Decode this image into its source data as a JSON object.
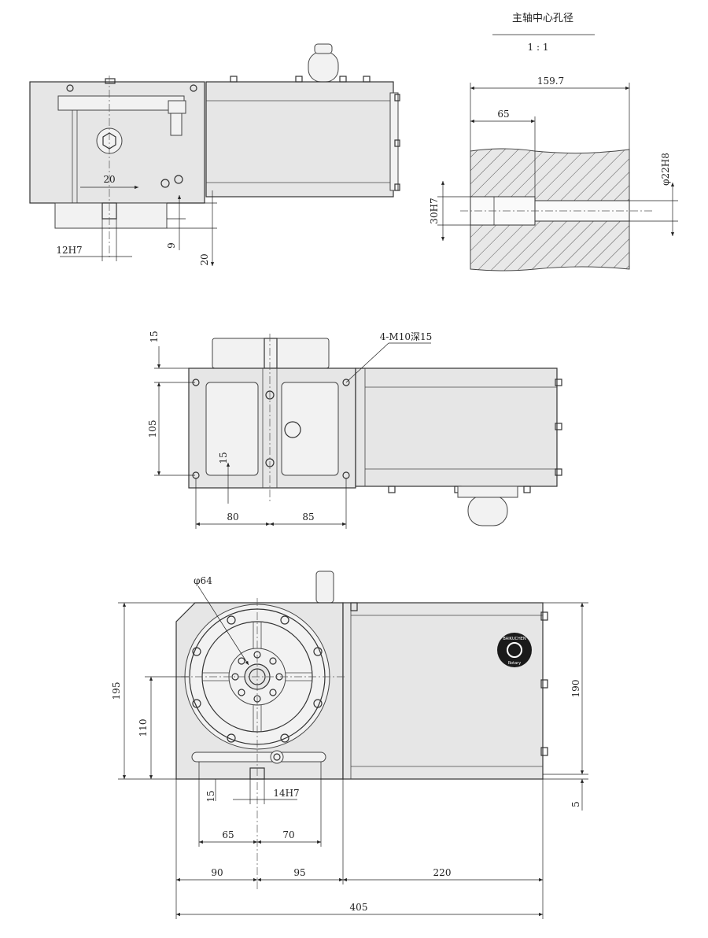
{
  "detail": {
    "title": "主轴中心孔径",
    "scale": "1 : 1",
    "dim_total": "159.7",
    "dim_depth": "65",
    "dim_bore": "30H7",
    "dim_through": "φ22H8"
  },
  "side_view": {
    "dim_20": "20",
    "dim_12h7": "12H7",
    "dim_9": "9",
    "dim_20v": "20"
  },
  "top_view": {
    "dim_15": "15",
    "dim_105": "105",
    "dim_15b": "15",
    "dim_80": "80",
    "dim_85": "85",
    "label_holes": "4-M10深15"
  },
  "front_view": {
    "dim_phi64": "φ64",
    "dim_195": "195",
    "dim_110": "110",
    "dim_190": "190",
    "dim_5": "5",
    "dim_15": "15",
    "dim_14h7": "14H7",
    "dim_65": "65",
    "dim_70": "70",
    "dim_90": "90",
    "dim_95": "95",
    "dim_220": "220",
    "dim_405": "405",
    "logo_text": "BAIKUCHEN",
    "logo_sub": "Rotary"
  },
  "colors": {
    "body": "#e6e6e6",
    "line": "#333333"
  }
}
